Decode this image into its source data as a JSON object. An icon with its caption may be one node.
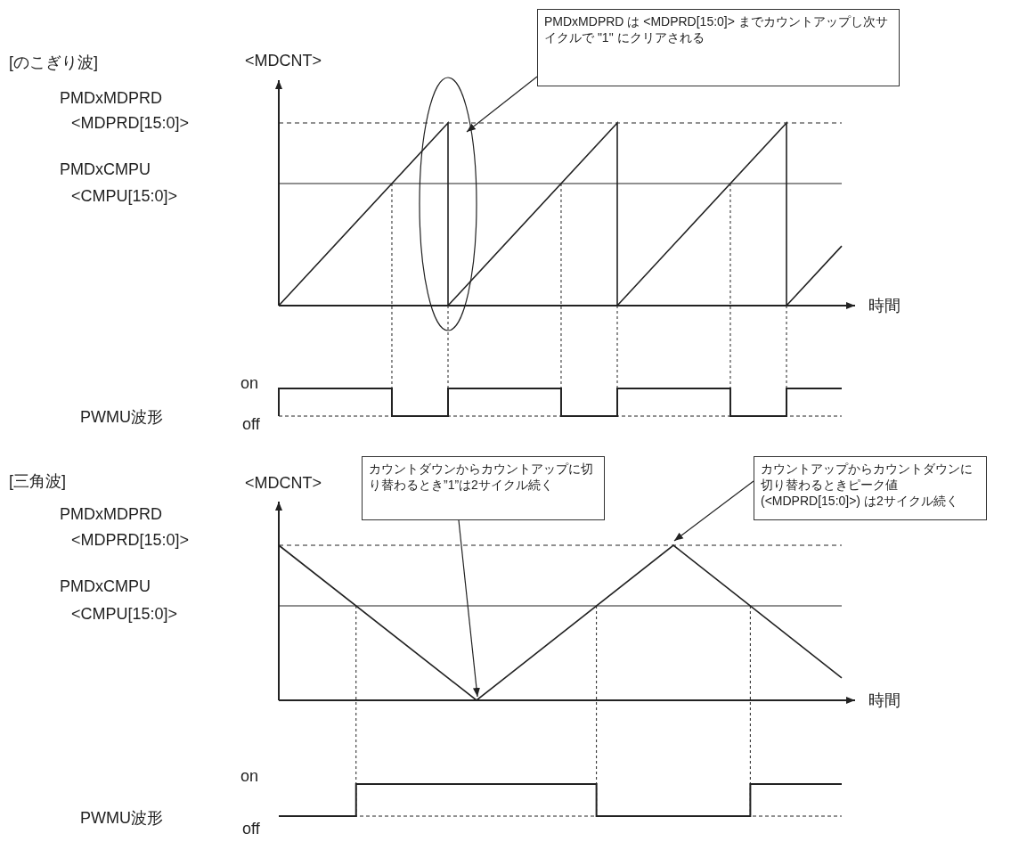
{
  "diagram": {
    "nodes": [
      {
        "text": [
          "PMDxMDPRD は <MDPRD[15:0]> までカウントアップし次サイクルで \"1\" にクリアされる"
        ]
      },
      {
        "text": [],
        "shape": "ellipse"
      },
      {
        "text": [
          "カウントダウンからカウントアップに切り替わるとき”1”は2サイクル続く"
        ]
      },
      {
        "text": [
          "カウントアップからカウントダウンに切り替わるときピーク値(<MDPRD[15:0]>) は2サイクル続く"
        ]
      },
      {
        "text": [],
        "shape": "line"
      }
    ],
    "edges": [
      {
        "from": 0,
        "to": 1,
        "arrow": "to"
      },
      {
        "from": 2,
        "to": 4,
        "arrow": "to"
      },
      {
        "from": 3,
        "to": 4,
        "arrow": "to"
      }
    ],
    "labels": [
      "[のこぎり波]",
      "<MDCNT>",
      "PMDxMDPRD",
      "<MDPRD[15:0]>",
      "PMDxCMPU",
      "<CMPU[15:0]>",
      "時間",
      "on",
      "PWMU波形",
      "off",
      "[三角波]",
      "<MDCNT>",
      "PMDxMDPRD",
      "<MDPRD[15:0]>",
      "PMDxCMPU",
      "<CMPU[15:0]>",
      "時間",
      "on",
      "PWMU波形",
      "off"
    ]
  }
}
